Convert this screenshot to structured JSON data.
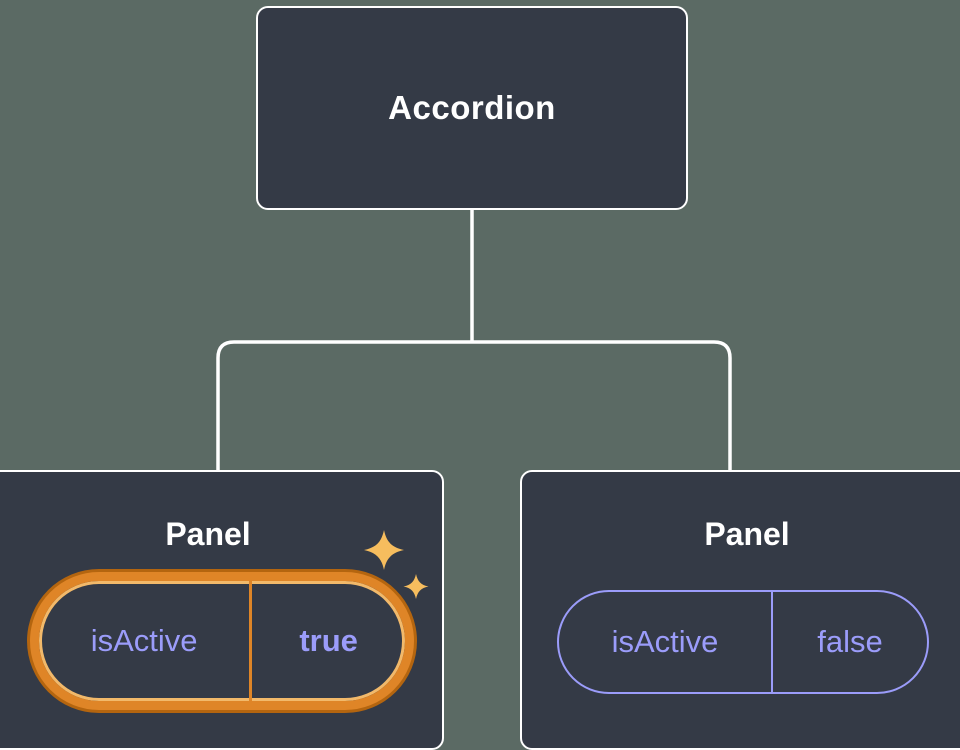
{
  "colors": {
    "bg": "#5b6a64",
    "card_bg": "#343a46",
    "line": "#ffffff",
    "purple": "#9b9cfa",
    "orange": "#df8527",
    "sparkle": "#f6bd5e"
  },
  "tree": {
    "root": {
      "label": "Accordion"
    },
    "panels": [
      {
        "title": "Panel",
        "prop_name": "isActive",
        "prop_value": "true",
        "highlighted": true
      },
      {
        "title": "Panel",
        "prop_name": "isActive",
        "prop_value": "false",
        "highlighted": false
      }
    ]
  }
}
